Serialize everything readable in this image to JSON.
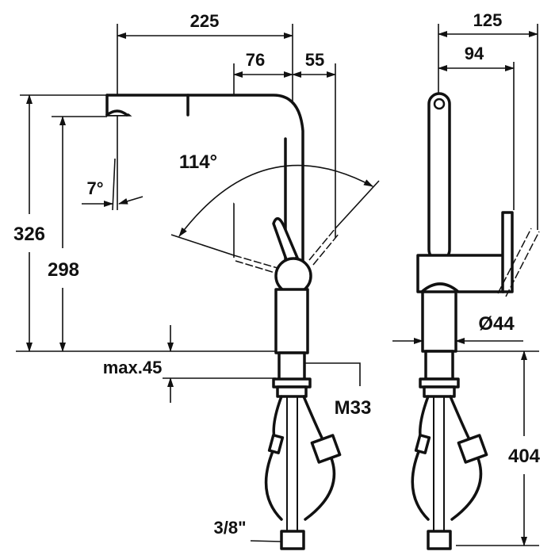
{
  "diagram": {
    "type": "technical-dimension-drawing",
    "subject": "pull-out kitchen faucet (side and front views)",
    "colors": {
      "line": "#111111",
      "background": "#ffffff"
    },
    "side_view": {
      "dimensions": {
        "spout_reach": "225",
        "lever_swing_left": "76",
        "lever_swing_right": "55",
        "spout_angle": "7°",
        "lever_angle": "114°",
        "overall_height": "326",
        "outlet_height": "298",
        "max_deck_thickness": "max.45",
        "thread": "M33",
        "hose_connection": "3/8\""
      }
    },
    "front_view": {
      "dimensions": {
        "overall_depth": "125",
        "spout_depth": "94",
        "base_diameter": "Ø44",
        "hose_length": "404"
      }
    }
  }
}
